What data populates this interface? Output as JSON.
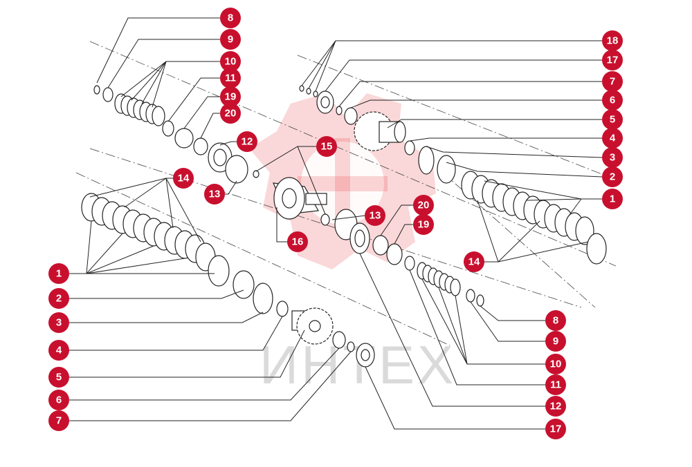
{
  "watermark": {
    "text": "ИНТЕХ",
    "color": "#e8484f"
  },
  "colors": {
    "badge": "#c8102e",
    "badge_text": "#ffffff",
    "lines": "#222222"
  },
  "callouts": [
    {
      "label": "8"
    },
    {
      "label": "9"
    },
    {
      "label": "10"
    },
    {
      "label": "11"
    },
    {
      "label": "19"
    },
    {
      "label": "20"
    },
    {
      "label": "12"
    },
    {
      "label": "14"
    },
    {
      "label": "13"
    },
    {
      "label": "15"
    },
    {
      "label": "16"
    },
    {
      "label": "13"
    },
    {
      "label": "1"
    },
    {
      "label": "2"
    },
    {
      "label": "3"
    },
    {
      "label": "4"
    },
    {
      "label": "5"
    },
    {
      "label": "6"
    },
    {
      "label": "7"
    },
    {
      "label": "18"
    },
    {
      "label": "17"
    },
    {
      "label": "7"
    },
    {
      "label": "6"
    },
    {
      "label": "5"
    },
    {
      "label": "4"
    },
    {
      "label": "3"
    },
    {
      "label": "2"
    },
    {
      "label": "1"
    },
    {
      "label": "14"
    },
    {
      "label": "20"
    },
    {
      "label": "19"
    },
    {
      "label": "8"
    },
    {
      "label": "9"
    },
    {
      "label": "10"
    },
    {
      "label": "11"
    },
    {
      "label": "12"
    },
    {
      "label": "17"
    }
  ]
}
